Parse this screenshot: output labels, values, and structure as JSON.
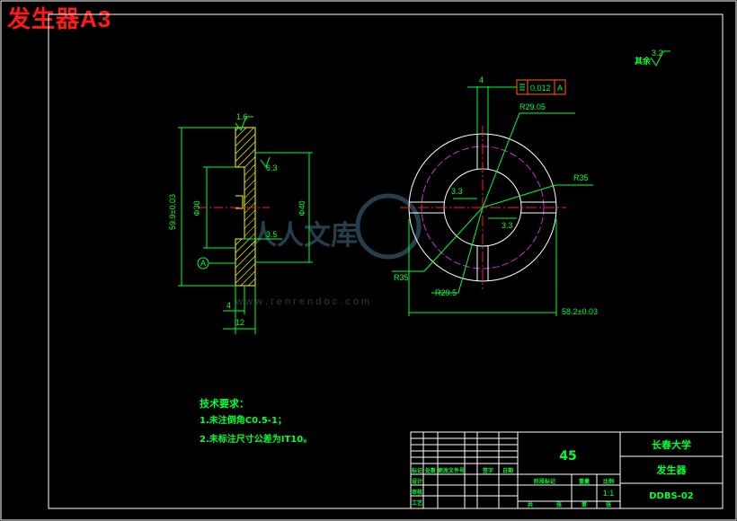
{
  "title": "发生器A3",
  "roughness_general": {
    "prefix": "其余",
    "value": "3.2"
  },
  "side_view": {
    "roughness_top": "1.6",
    "roughness_face": "6.3",
    "dim_outer_height": "59.9±0.03",
    "dim_bore": "Φ30",
    "dim_hub": "Φ40",
    "dim_step": "3.5",
    "dim_width": "12",
    "dim_flange": "4",
    "datum": "A"
  },
  "front_view": {
    "slot_width": "4",
    "tolerance_value": "0.012",
    "tolerance_datum": "A",
    "radius_pitch_top": "R29.05",
    "radius_outer": "R35",
    "radius_outer_bottom": "R35",
    "radius_pitch_bottom": "R29.5",
    "offset_left": "3.3",
    "offset_right": "3.3",
    "dim_overall": "58.2±0.03"
  },
  "notes": {
    "heading": "技术要求：",
    "items": [
      "1.未注倒角C0.5-1；",
      "2.未标注尺寸公差为IT10。"
    ]
  },
  "title_block": {
    "material": "45",
    "school": "长春大学",
    "part_name": "发生器",
    "drawing_no": "DDBS-02",
    "scale": "1:1",
    "rev_headers": [
      "标记",
      "处数",
      "更改文件号",
      "签字",
      "日期"
    ],
    "sig_rows": [
      "设计",
      "审核",
      "工艺"
    ],
    "stage_headers": [
      "阶段标记",
      "重量",
      "比例"
    ],
    "sheet_labels": [
      "共",
      "张",
      "第",
      "张"
    ]
  },
  "watermark": {
    "text": "人人文库",
    "url": "w w w . r e n r e n d o c . c o m"
  },
  "colors": {
    "frame": "#ffffff",
    "dim": "#00ff33",
    "part": "#ffff00",
    "center": "#ff2020",
    "pitch": "#cc33cc",
    "leader": "#00ffff"
  }
}
